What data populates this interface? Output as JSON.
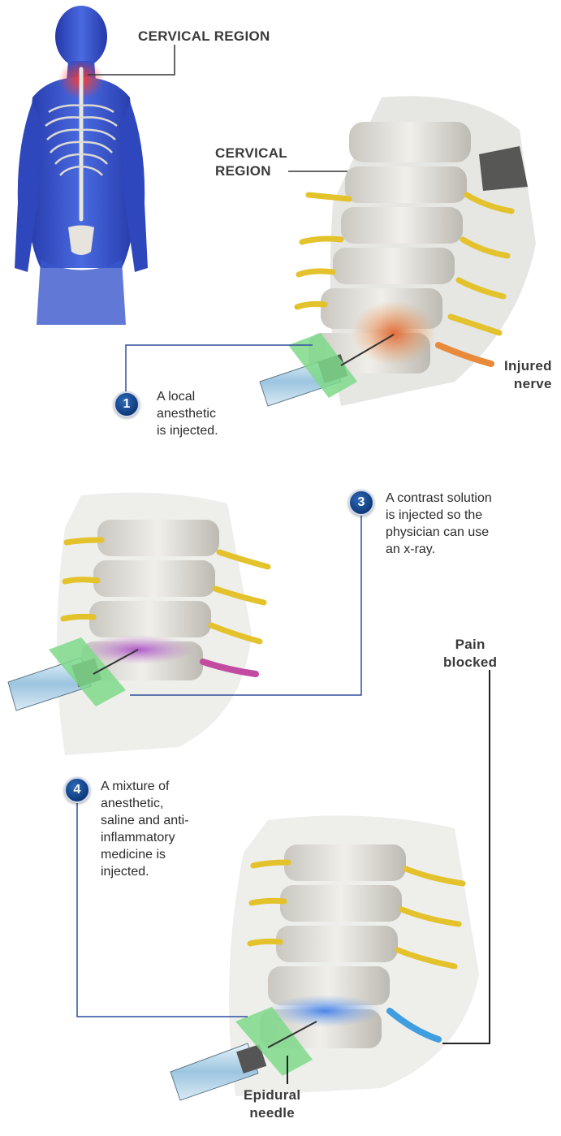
{
  "labels": {
    "cervical_region_top": "CERVICAL REGION",
    "cervical_region_line1": "CERVICAL",
    "cervical_region_line2": "REGION",
    "injured_line1": "Injured",
    "injured_line2": "nerve",
    "pain_line1": "Pain",
    "pain_line2": "blocked",
    "needle_line1": "Epidural",
    "needle_line2": "needle"
  },
  "steps": [
    {
      "number": "1",
      "lines": [
        "A local",
        "anesthetic",
        "is injected."
      ]
    },
    {
      "number": "3",
      "lines": [
        "A contrast solution",
        "is injected so the",
        "physician can use",
        "an x-ray."
      ]
    },
    {
      "number": "4",
      "lines": [
        "A mixture of",
        "anesthetic,",
        "saline and anti-",
        "inflammatory",
        "medicine is",
        "injected."
      ]
    }
  ],
  "colors": {
    "body": "#3552c8",
    "pain_glow": "#e8342a",
    "nerve": "#e3c22c",
    "injured_nerve": "#e88a3a",
    "contrast": "#9a3fb0",
    "mixture": "#3f7de0",
    "needle_guide": "#7ed98a",
    "badge": "#123f85",
    "leader": "#2d4f9e"
  }
}
